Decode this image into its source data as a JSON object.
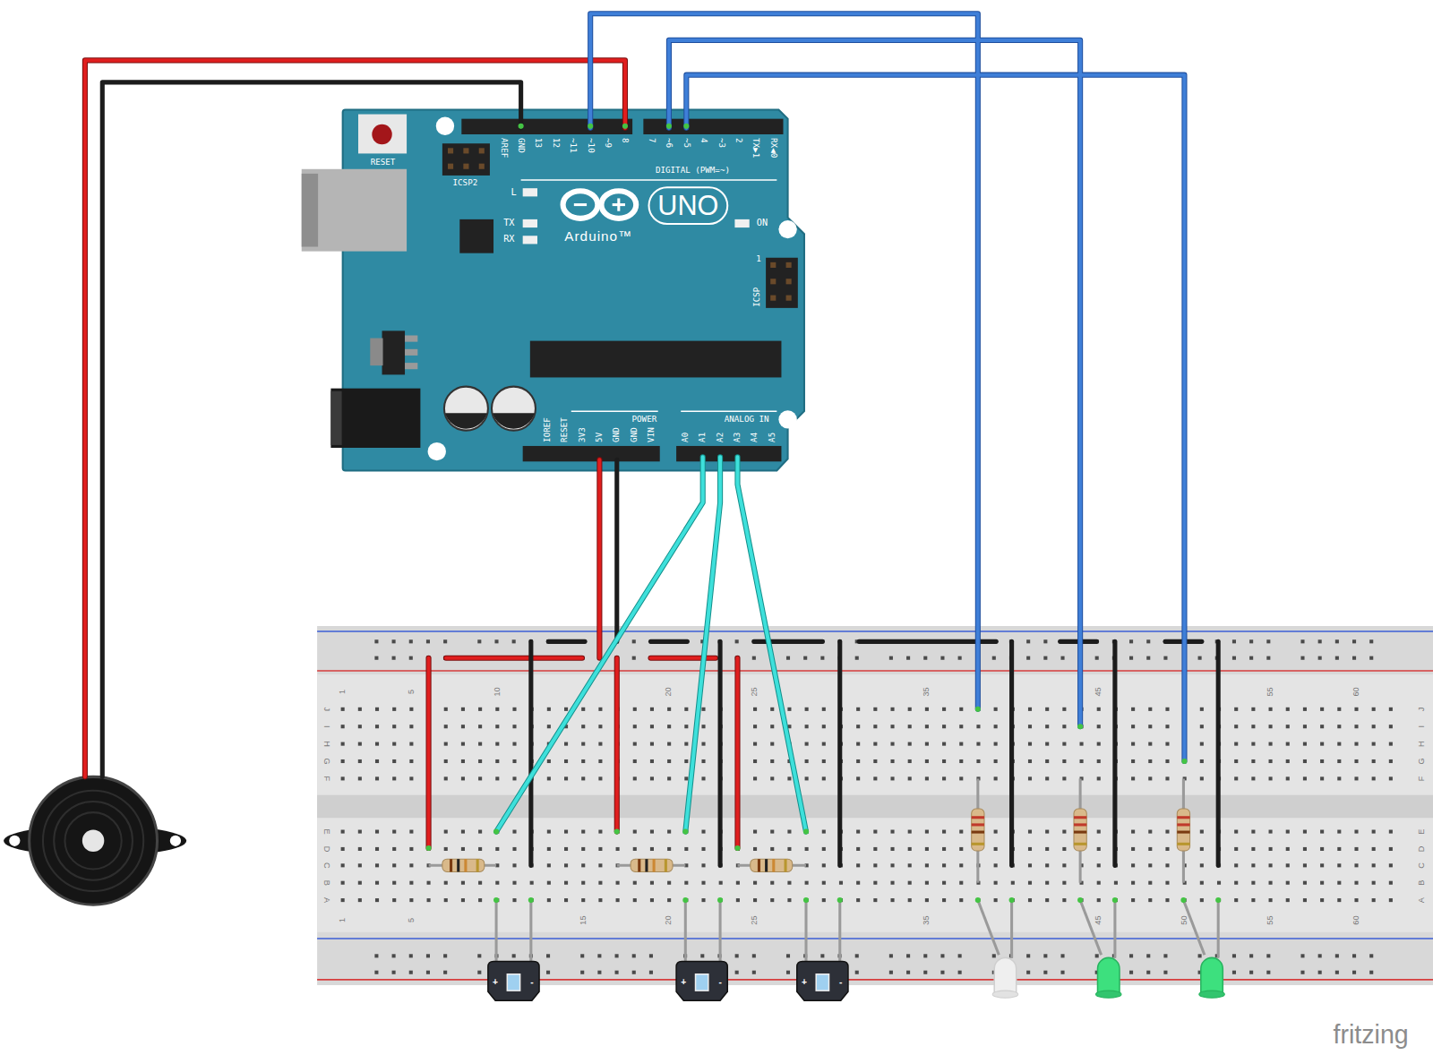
{
  "diagram": {
    "labels": [
      "RESET",
      "ICSP2",
      "AREF",
      "GND",
      "13",
      "12",
      "~11",
      "~10",
      "~9",
      "8",
      "7",
      "~6",
      "~5",
      "4",
      "~3",
      "2",
      "TX▶1",
      "RX◀0",
      "DIGITAL (PWM=~)",
      "L",
      "TX",
      "RX",
      "UNO",
      "Arduino™",
      "ON",
      "1",
      "ICSP",
      "IOREF",
      "RESET",
      "3V3",
      "5V",
      "GND",
      "GND",
      "VIN",
      "POWER",
      "ANALOG IN",
      "A0",
      "A1",
      "A2",
      "A3",
      "A4",
      "A5",
      "1",
      "5",
      "10",
      "20",
      "25",
      "35",
      "45",
      "55",
      "60",
      "1",
      "5",
      "15",
      "20",
      "25",
      "35",
      "45",
      "50",
      "55",
      "60",
      "J",
      "I",
      "H",
      "G",
      "F",
      "E",
      "D",
      "C",
      "B",
      "A",
      "J",
      "I",
      "H",
      "G",
      "F",
      "E",
      "D",
      "C",
      "B",
      "A",
      "+",
      "-",
      "+",
      "-",
      "+",
      "-",
      "fritzing"
    ]
  }
}
